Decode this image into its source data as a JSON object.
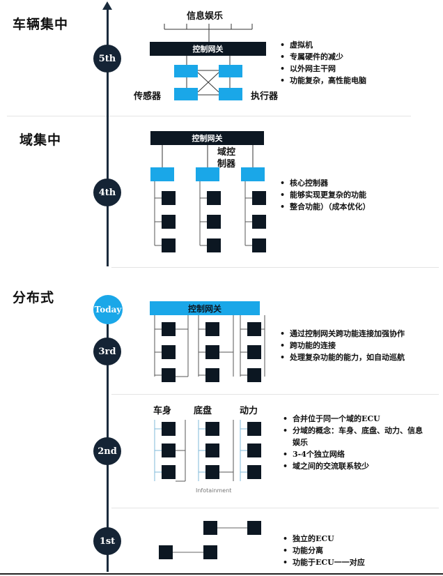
{
  "sections": {
    "vehicle_central": "车辆集中",
    "domain_central": "域集中",
    "distributed": "分布式"
  },
  "generations": {
    "g5": "5th",
    "g4": "4th",
    "today": "Today",
    "g3": "3rd",
    "g2": "2nd",
    "g1": "1st"
  },
  "gen5": {
    "infotainment": "信息娱乐",
    "gateway": "控制网关",
    "sensors": "传感器",
    "actuators": "执行器",
    "bullets": [
      "虚拟机",
      "专属硬件的减少",
      "以外网主干网",
      "功能复杂，高性能电脑"
    ]
  },
  "gen4": {
    "gateway": "控制网关",
    "domain_controller": "域控\n制器",
    "bullets": [
      "核心控制器",
      "能够实现更复杂的功能",
      "整合功能）（成本优化）"
    ]
  },
  "gen3": {
    "gateway": "控制网关",
    "bullets": [
      "通过控制网关跨功能连接加强协作",
      "跨功能的连接",
      "处理复杂功能的能力，如自动巡航"
    ]
  },
  "gen2": {
    "body": "车身",
    "chassis": "底盘",
    "power": "动力",
    "infotainment": "Infotainment",
    "bullets": [
      "合并位于同一个域的ECU",
      "分域的概念：车身、底盘、动力、信息娱乐",
      "3-4个独立网络",
      "域之间的交流联系较少"
    ]
  },
  "gen1": {
    "bullets": [
      "独立的ECU",
      "功能分离",
      "功能于ECU一一对应"
    ]
  },
  "colors": {
    "navy": "#0c1722",
    "blue": "#1aa7e8",
    "axis": "#1a2b3c"
  }
}
